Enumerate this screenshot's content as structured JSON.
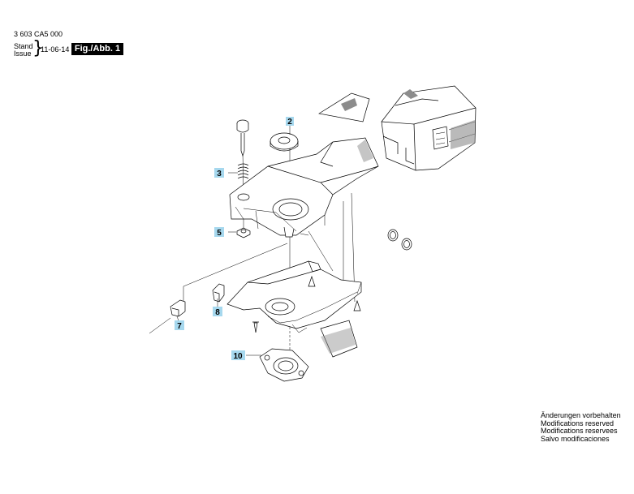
{
  "header": {
    "part_number": "3 603 CA5 000",
    "stand_label": "Stand",
    "issue_label": "Issue",
    "date": "11-06-14",
    "figure_label": "Fig./Abb. 1"
  },
  "callouts": [
    "2",
    "3",
    "5",
    "7",
    "8",
    "10"
  ],
  "notes": [
    "Änderungen vorbehalten",
    "Modifications reserved",
    "Modifications reservees",
    "Salvo modificaciones"
  ],
  "colors": {
    "callout_highlight": "#a6d8ee",
    "line": "#000000",
    "shade": "#8c8c8c"
  }
}
